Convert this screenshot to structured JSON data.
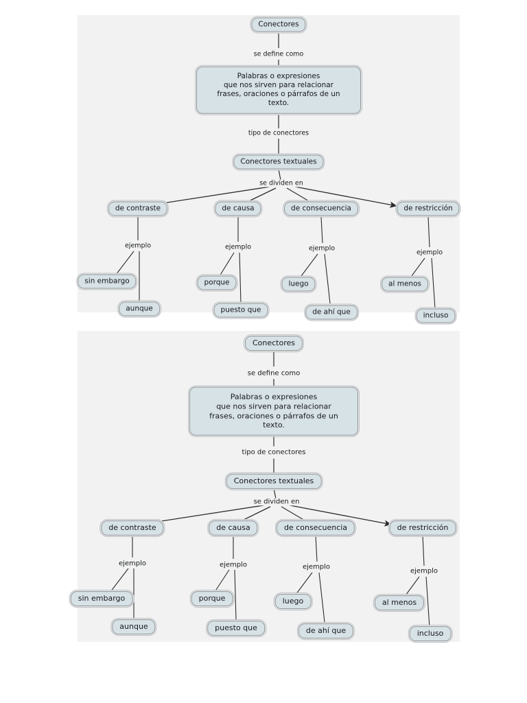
{
  "page": {
    "background": "#ffffff",
    "panel_background": "#f2f2f2",
    "node_fill": "#d7e2e7",
    "node_border": "#8f9396",
    "line_color": "#2b2b2b",
    "text_color": "#15181b"
  },
  "diagram": {
    "title": "Conectores",
    "nodes": {
      "root": "Conectores",
      "definition": {
        "line1": "Palabras o expresiones",
        "line2": "que nos sirven para relacionar",
        "line3": "frases, oraciones o párrafos de un texto."
      },
      "textuales": "Conectores textuales",
      "categories": [
        "de contraste",
        "de causa",
        "de consecuencia",
        "de restricción"
      ],
      "examples": {
        "contraste": [
          "sin embargo",
          "aunque"
        ],
        "causa": [
          "porque",
          "puesto que"
        ],
        "consecuencia": [
          "luego",
          "de ahí que"
        ],
        "restriccion": [
          "al menos",
          "incluso"
        ]
      }
    },
    "link_labels": {
      "se_define_como": "se define como",
      "tipo_de_conectores": "tipo de conectores",
      "se_dividen_en": "se dividen en",
      "ejemplo": "ejemplo"
    }
  },
  "panels": [
    {
      "name": "concept-map-top"
    },
    {
      "name": "concept-map-bottom"
    }
  ]
}
